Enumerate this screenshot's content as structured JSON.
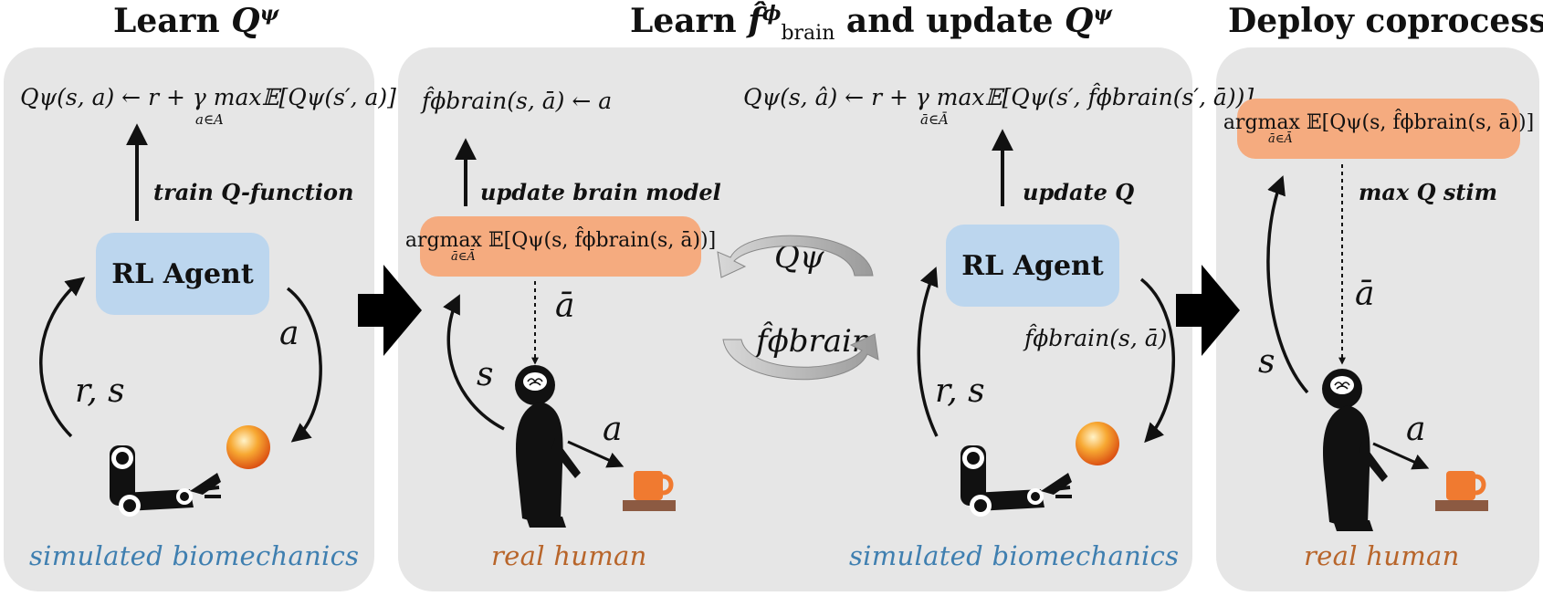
{
  "panels": {
    "left": {
      "title_main": "Learn ",
      "title_var": "Q",
      "title_sup": "ψ",
      "equation": "Qψ(s, a) ← r + γ max𝔼[Qψ(s′, a)]",
      "equation_sub": "a∈A",
      "box_label": "RL Agent",
      "arrow_label": "train Q-function",
      "var_a": "a",
      "var_rs": "r, s",
      "caption": "simulated biomechanics"
    },
    "middle": {
      "title_main": "Learn ",
      "title_f": "f̂",
      "title_sup": "ϕ",
      "title_sub": "brain",
      "title_mid": " and update ",
      "title_var": "Q",
      "title_var_sup": "ψ",
      "eq_brain": "f̂ϕbrain(s, ā) ← a",
      "eq_q": "Qψ(s, â) ← r + γ max𝔼[Qψ(s′, f̂ϕbrain(s′, ā))]",
      "eq_q_sub": "ā∈Ā",
      "box_argmax": "argmax 𝔼[Qψ(s, f̂ϕbrain(s, ā))]",
      "box_argmax_sub": "ā∈Ā",
      "label_brain": "update brain model",
      "label_q": "update Q",
      "box_rl": "RL Agent",
      "var_abar": "ā",
      "var_s": "s",
      "var_a_human": "a",
      "cycle_top": "Qψ",
      "cycle_bottom": "f̂ϕbrain",
      "var_fbrain": "f̂ϕbrain(s, ā)",
      "var_rs": "r, s",
      "caption_left": "real human",
      "caption_right": "simulated biomechanics"
    },
    "right": {
      "title": "Deploy coprocessor",
      "box_argmax": "argmax 𝔼[Qψ(s, f̂ϕbrain(s, ā))]",
      "box_argmax_sub": "ā∈Ā",
      "label": "max Q stim",
      "var_abar": "ā",
      "var_s": "s",
      "var_a": "a",
      "caption": "real human"
    }
  },
  "colors": {
    "panel_bg": "#e6e6e6",
    "rl_box": "#bcd6ee",
    "argmax_box": "#f5ab7f",
    "caption_blue": "#3f7fb0",
    "caption_orange": "#b8652a",
    "ball": "#f28a1e",
    "mug": "#f07a30",
    "table": "#8c5a42"
  },
  "icons": [
    "robot-arm-icon",
    "ball-icon",
    "human-silhouette-icon",
    "brain-icon",
    "mug-icon",
    "cycle-arrows-icon"
  ]
}
